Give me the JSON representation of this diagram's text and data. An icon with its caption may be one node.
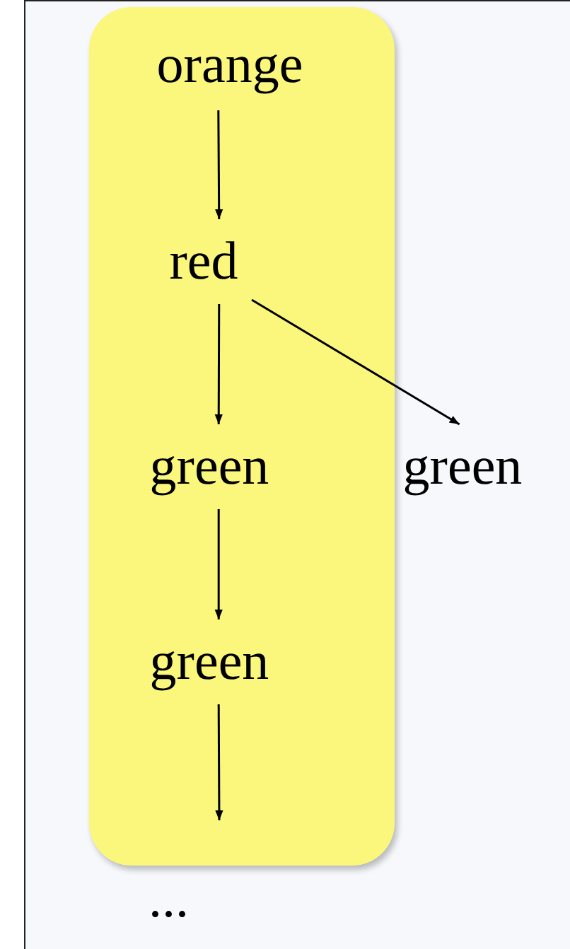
{
  "diagram": {
    "nodes": [
      {
        "text": [],
        "shape": "box"
      },
      {
        "text": [
          "orange"
        ],
        "in": 0
      },
      {
        "text": [
          "red"
        ],
        "in": 0
      },
      {
        "text": [
          "green"
        ],
        "in": 0
      },
      {
        "text": [
          "green"
        ]
      },
      {
        "text": [
          "green"
        ],
        "in": 0
      }
    ],
    "edges": [
      {
        "from": 1,
        "to": 2,
        "arrow": "to"
      },
      {
        "from": 2,
        "to": 3,
        "arrow": "to"
      },
      {
        "from": 2,
        "to": 4,
        "arrow": "to"
      },
      {
        "from": 3,
        "to": 5,
        "arrow": "to"
      },
      {
        "from": 5,
        "to": null,
        "arrow": "to"
      }
    ],
    "labels": [
      "..."
    ]
  }
}
